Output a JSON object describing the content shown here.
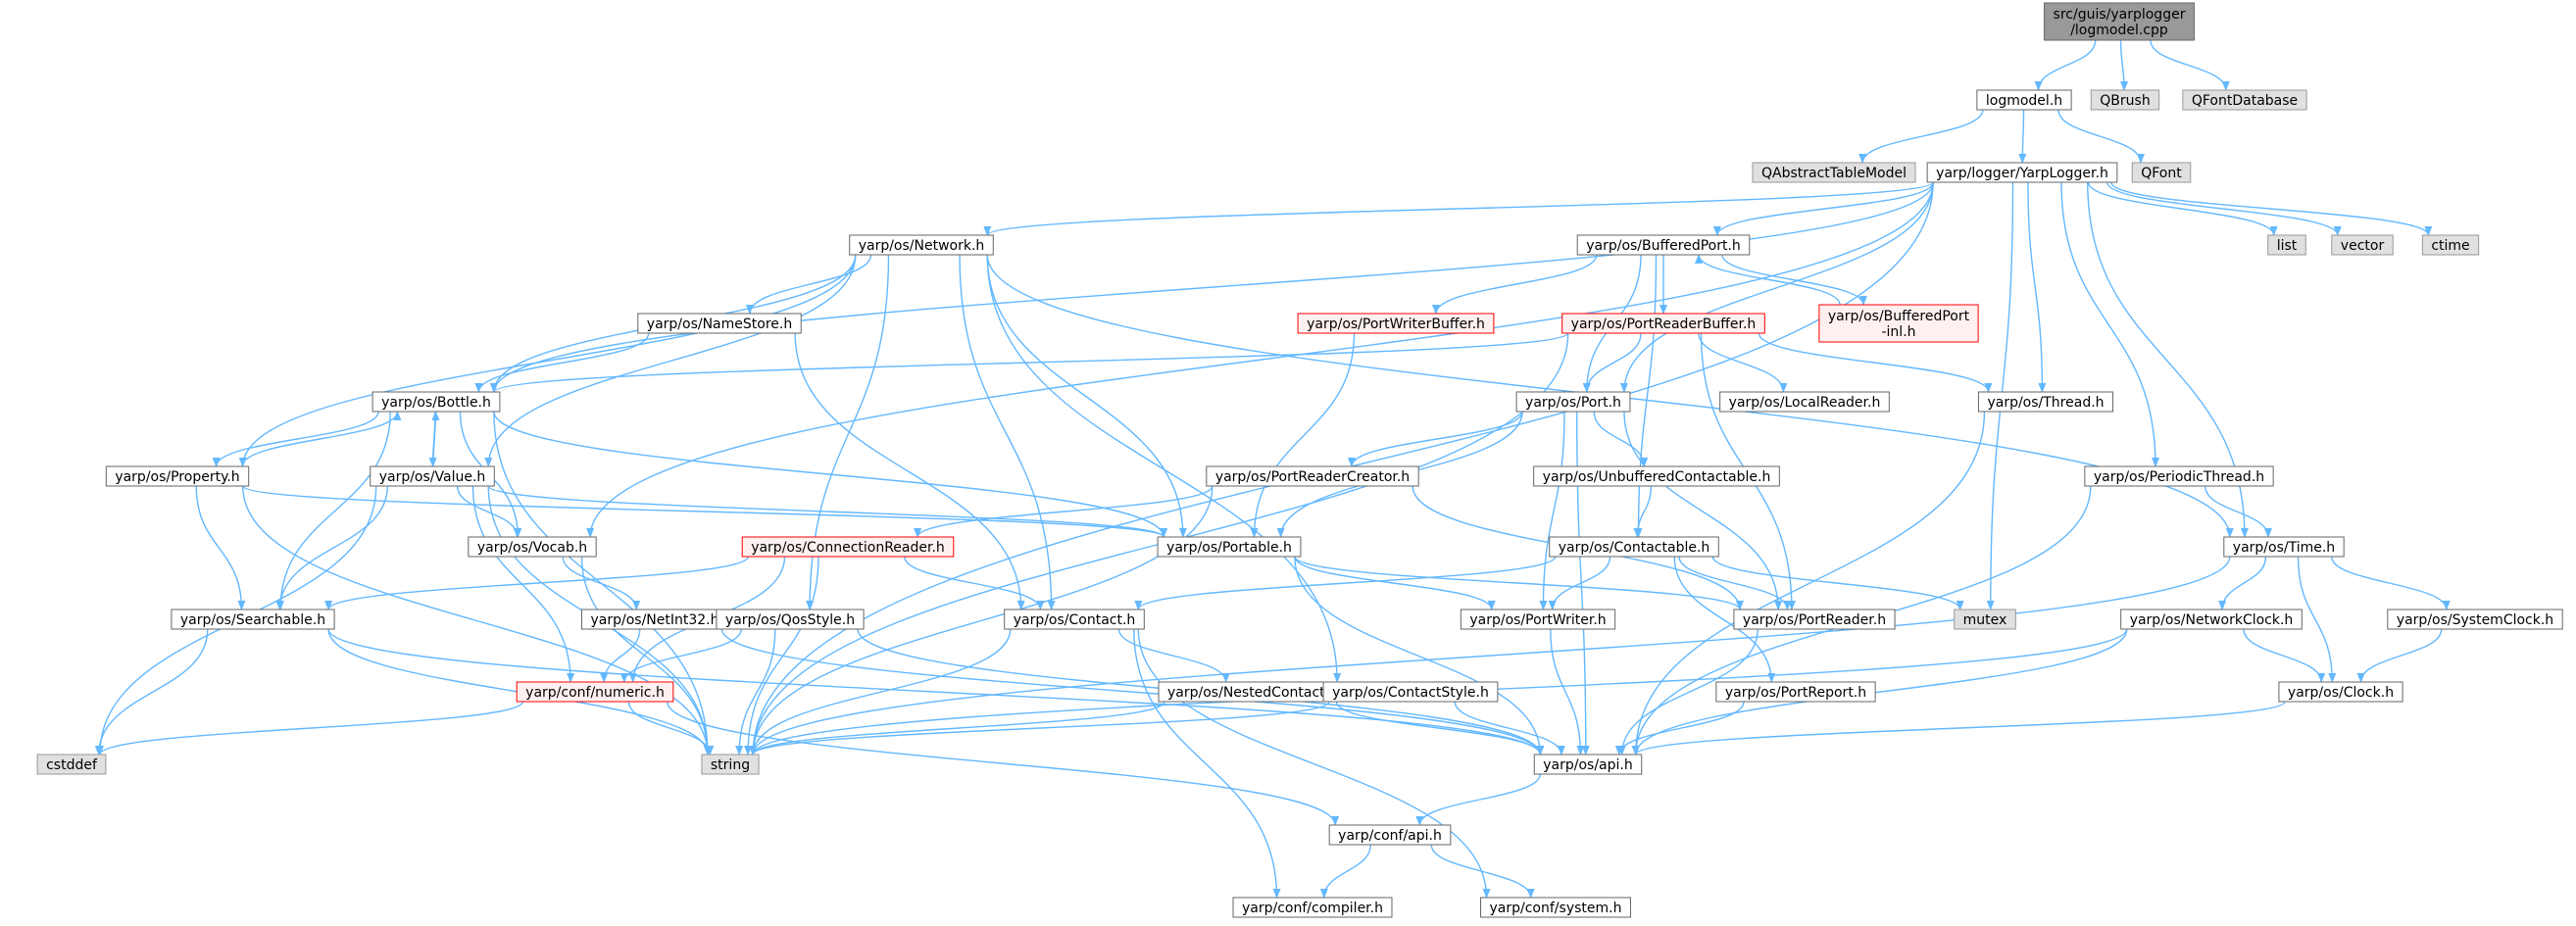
{
  "colors": {
    "edge": "#63b8ff",
    "node_fill": "#ffffff",
    "node_stroke": "#666666",
    "root_fill": "#999999",
    "root_stroke": "#666666",
    "external_fill": "#e0e0e0",
    "external_stroke": "#999999",
    "incomplete_fill": "#fff0f0",
    "incomplete_stroke": "#ff0000"
  },
  "nodes": [
    {
      "id": "root",
      "lines": [
        "src/guis/yarplogger",
        "/logmodel.cpp"
      ],
      "kind": "root"
    },
    {
      "id": "logmodel",
      "lines": [
        "logmodel.h"
      ],
      "kind": "normal"
    },
    {
      "id": "qbrush",
      "lines": [
        "QBrush"
      ],
      "kind": "external"
    },
    {
      "id": "qfontdb",
      "lines": [
        "QFontDatabase"
      ],
      "kind": "external"
    },
    {
      "id": "qatm",
      "lines": [
        "QAbstractTableModel"
      ],
      "kind": "external"
    },
    {
      "id": "yarplogger",
      "lines": [
        "yarp/logger/YarpLogger.h"
      ],
      "kind": "normal"
    },
    {
      "id": "qfont",
      "lines": [
        "QFont"
      ],
      "kind": "external"
    },
    {
      "id": "network",
      "lines": [
        "yarp/os/Network.h"
      ],
      "kind": "normal"
    },
    {
      "id": "bufport",
      "lines": [
        "yarp/os/BufferedPort.h"
      ],
      "kind": "normal"
    },
    {
      "id": "list",
      "lines": [
        "list"
      ],
      "kind": "external"
    },
    {
      "id": "vector",
      "lines": [
        "vector"
      ],
      "kind": "external"
    },
    {
      "id": "ctime",
      "lines": [
        "ctime"
      ],
      "kind": "external"
    },
    {
      "id": "bufportinl",
      "lines": [
        "yarp/os/BufferedPort",
        "-inl.h"
      ],
      "kind": "incomplete"
    },
    {
      "id": "portwriterbuf",
      "lines": [
        "yarp/os/PortWriterBuffer.h"
      ],
      "kind": "incomplete"
    },
    {
      "id": "portreaderbuf",
      "lines": [
        "yarp/os/PortReaderBuffer.h"
      ],
      "kind": "incomplete"
    },
    {
      "id": "namestore",
      "lines": [
        "yarp/os/NameStore.h"
      ],
      "kind": "normal"
    },
    {
      "id": "bottle",
      "lines": [
        "yarp/os/Bottle.h"
      ],
      "kind": "normal"
    },
    {
      "id": "port",
      "lines": [
        "yarp/os/Port.h"
      ],
      "kind": "normal"
    },
    {
      "id": "localreader",
      "lines": [
        "yarp/os/LocalReader.h"
      ],
      "kind": "normal"
    },
    {
      "id": "thread",
      "lines": [
        "yarp/os/Thread.h"
      ],
      "kind": "normal"
    },
    {
      "id": "property",
      "lines": [
        "yarp/os/Property.h"
      ],
      "kind": "normal"
    },
    {
      "id": "value",
      "lines": [
        "yarp/os/Value.h"
      ],
      "kind": "normal"
    },
    {
      "id": "portreadercreator",
      "lines": [
        "yarp/os/PortReaderCreator.h"
      ],
      "kind": "normal"
    },
    {
      "id": "unbufcontactable",
      "lines": [
        "yarp/os/UnbufferedContactable.h"
      ],
      "kind": "normal"
    },
    {
      "id": "periodicthread",
      "lines": [
        "yarp/os/PeriodicThread.h"
      ],
      "kind": "normal"
    },
    {
      "id": "vocab",
      "lines": [
        "yarp/os/Vocab.h"
      ],
      "kind": "normal"
    },
    {
      "id": "connreader",
      "lines": [
        "yarp/os/ConnectionReader.h"
      ],
      "kind": "incomplete"
    },
    {
      "id": "portable",
      "lines": [
        "yarp/os/Portable.h"
      ],
      "kind": "normal"
    },
    {
      "id": "contactable",
      "lines": [
        "yarp/os/Contactable.h"
      ],
      "kind": "normal"
    },
    {
      "id": "time",
      "lines": [
        "yarp/os/Time.h"
      ],
      "kind": "normal"
    },
    {
      "id": "searchable",
      "lines": [
        "yarp/os/Searchable.h"
      ],
      "kind": "normal"
    },
    {
      "id": "netint32",
      "lines": [
        "yarp/os/NetInt32.h"
      ],
      "kind": "normal"
    },
    {
      "id": "qosstyle",
      "lines": [
        "yarp/os/QosStyle.h"
      ],
      "kind": "normal"
    },
    {
      "id": "contact",
      "lines": [
        "yarp/os/Contact.h"
      ],
      "kind": "normal"
    },
    {
      "id": "portwriter",
      "lines": [
        "yarp/os/PortWriter.h"
      ],
      "kind": "normal"
    },
    {
      "id": "portreader",
      "lines": [
        "yarp/os/PortReader.h"
      ],
      "kind": "normal"
    },
    {
      "id": "mutex",
      "lines": [
        "mutex"
      ],
      "kind": "external"
    },
    {
      "id": "networkclock",
      "lines": [
        "yarp/os/NetworkClock.h"
      ],
      "kind": "normal"
    },
    {
      "id": "systemclock",
      "lines": [
        "yarp/os/SystemClock.h"
      ],
      "kind": "normal"
    },
    {
      "id": "numeric",
      "lines": [
        "yarp/conf/numeric.h"
      ],
      "kind": "incomplete"
    },
    {
      "id": "nestedcontact",
      "lines": [
        "yarp/os/NestedContact.h"
      ],
      "kind": "normal"
    },
    {
      "id": "contactstyle",
      "lines": [
        "yarp/os/ContactStyle.h"
      ],
      "kind": "normal"
    },
    {
      "id": "portreport",
      "lines": [
        "yarp/os/PortReport.h"
      ],
      "kind": "normal"
    },
    {
      "id": "clock",
      "lines": [
        "yarp/os/Clock.h"
      ],
      "kind": "normal"
    },
    {
      "id": "cstddef",
      "lines": [
        "cstddef"
      ],
      "kind": "external"
    },
    {
      "id": "string",
      "lines": [
        "string"
      ],
      "kind": "external"
    },
    {
      "id": "osapi",
      "lines": [
        "yarp/os/api.h"
      ],
      "kind": "normal"
    },
    {
      "id": "confapi",
      "lines": [
        "yarp/conf/api.h"
      ],
      "kind": "normal"
    },
    {
      "id": "compiler",
      "lines": [
        "yarp/conf/compiler.h"
      ],
      "kind": "normal"
    },
    {
      "id": "system",
      "lines": [
        "yarp/conf/system.h"
      ],
      "kind": "normal"
    }
  ],
  "edges": [
    [
      "root",
      "logmodel"
    ],
    [
      "root",
      "qbrush"
    ],
    [
      "root",
      "qfontdb"
    ],
    [
      "logmodel",
      "qatm"
    ],
    [
      "logmodel",
      "yarplogger"
    ],
    [
      "logmodel",
      "qfont"
    ],
    [
      "yarplogger",
      "network"
    ],
    [
      "yarplogger",
      "bufport"
    ],
    [
      "yarplogger",
      "list"
    ],
    [
      "yarplogger",
      "vector"
    ],
    [
      "yarplogger",
      "ctime"
    ],
    [
      "yarplogger",
      "bottle"
    ],
    [
      "yarplogger",
      "port"
    ],
    [
      "yarplogger",
      "thread"
    ],
    [
      "yarplogger",
      "periodicthread"
    ],
    [
      "yarplogger",
      "time"
    ],
    [
      "yarplogger",
      "vocab"
    ],
    [
      "yarplogger",
      "mutex"
    ],
    [
      "yarplogger",
      "string"
    ],
    [
      "network",
      "namestore"
    ],
    [
      "network",
      "property"
    ],
    [
      "network",
      "value"
    ],
    [
      "network",
      "portable"
    ],
    [
      "network",
      "contact"
    ],
    [
      "network",
      "qosstyle"
    ],
    [
      "network",
      "contactstyle"
    ],
    [
      "network",
      "time"
    ],
    [
      "network",
      "bottle"
    ],
    [
      "bufport",
      "bufportinl"
    ],
    [
      "bufport",
      "portwriterbuf"
    ],
    [
      "bufport",
      "portreaderbuf"
    ],
    [
      "bufport",
      "port"
    ],
    [
      "bufport",
      "contactable"
    ],
    [
      "bufportinl",
      "bufport"
    ],
    [
      "portwriterbuf",
      "portable"
    ],
    [
      "portreaderbuf",
      "bottle"
    ],
    [
      "portreaderbuf",
      "port"
    ],
    [
      "portreaderbuf",
      "localreader"
    ],
    [
      "portreaderbuf",
      "thread"
    ],
    [
      "portreaderbuf",
      "portreader"
    ],
    [
      "portreaderbuf",
      "string"
    ],
    [
      "namestore",
      "bottle"
    ],
    [
      "namestore",
      "contact"
    ],
    [
      "bottle",
      "property"
    ],
    [
      "bottle",
      "value"
    ],
    [
      "bottle",
      "vocab"
    ],
    [
      "bottle",
      "portable"
    ],
    [
      "bottle",
      "searchable"
    ],
    [
      "bottle",
      "string"
    ],
    [
      "property",
      "bottle"
    ],
    [
      "property",
      "searchable"
    ],
    [
      "property",
      "portable"
    ],
    [
      "property",
      "string"
    ],
    [
      "value",
      "bottle"
    ],
    [
      "value",
      "vocab"
    ],
    [
      "value",
      "portable"
    ],
    [
      "value",
      "searchable"
    ],
    [
      "value",
      "numeric"
    ],
    [
      "value",
      "string"
    ],
    [
      "value",
      "cstddef"
    ],
    [
      "port",
      "portreadercreator"
    ],
    [
      "port",
      "unbufcontactable"
    ],
    [
      "port",
      "portable"
    ],
    [
      "port",
      "portwriter"
    ],
    [
      "port",
      "portreader"
    ],
    [
      "port",
      "osapi"
    ],
    [
      "portreadercreator",
      "connreader"
    ],
    [
      "portreadercreator",
      "portreader"
    ],
    [
      "portreadercreator",
      "string"
    ],
    [
      "unbufcontactable",
      "contactable"
    ],
    [
      "contactable",
      "contact"
    ],
    [
      "contactable",
      "portwriter"
    ],
    [
      "contactable",
      "portreader"
    ],
    [
      "contactable",
      "portreport"
    ],
    [
      "contactable",
      "mutex"
    ],
    [
      "thread",
      "osapi"
    ],
    [
      "periodicthread",
      "time"
    ],
    [
      "periodicthread",
      "osapi"
    ],
    [
      "time",
      "networkclock"
    ],
    [
      "time",
      "systemclock"
    ],
    [
      "time",
      "clock"
    ],
    [
      "time",
      "string"
    ],
    [
      "networkclock",
      "clock"
    ],
    [
      "networkclock",
      "osapi"
    ],
    [
      "networkclock",
      "string"
    ],
    [
      "systemclock",
      "clock"
    ],
    [
      "clock",
      "osapi"
    ],
    [
      "vocab",
      "netint32"
    ],
    [
      "vocab",
      "string"
    ],
    [
      "connreader",
      "searchable"
    ],
    [
      "connreader",
      "contact"
    ],
    [
      "connreader",
      "numeric"
    ],
    [
      "connreader",
      "string"
    ],
    [
      "portable",
      "portwriter"
    ],
    [
      "portable",
      "portreader"
    ],
    [
      "portable",
      "osapi"
    ],
    [
      "searchable",
      "cstddef"
    ],
    [
      "searchable",
      "string"
    ],
    [
      "searchable",
      "osapi"
    ],
    [
      "netint32",
      "numeric"
    ],
    [
      "netint32",
      "osapi"
    ],
    [
      "qosstyle",
      "numeric"
    ],
    [
      "qosstyle",
      "string"
    ],
    [
      "qosstyle",
      "osapi"
    ],
    [
      "contact",
      "nestedcontact"
    ],
    [
      "contact",
      "string"
    ],
    [
      "contact",
      "compiler"
    ],
    [
      "contact",
      "system"
    ],
    [
      "portwriter",
      "osapi"
    ],
    [
      "portreader",
      "osapi"
    ],
    [
      "portreport",
      "osapi"
    ],
    [
      "nestedcontact",
      "string"
    ],
    [
      "nestedcontact",
      "osapi"
    ],
    [
      "contactstyle",
      "string"
    ],
    [
      "contactstyle",
      "osapi"
    ],
    [
      "numeric",
      "cstddef"
    ],
    [
      "numeric",
      "string"
    ],
    [
      "numeric",
      "confapi"
    ],
    [
      "osapi",
      "confapi"
    ],
    [
      "confapi",
      "compiler"
    ],
    [
      "confapi",
      "system"
    ]
  ]
}
